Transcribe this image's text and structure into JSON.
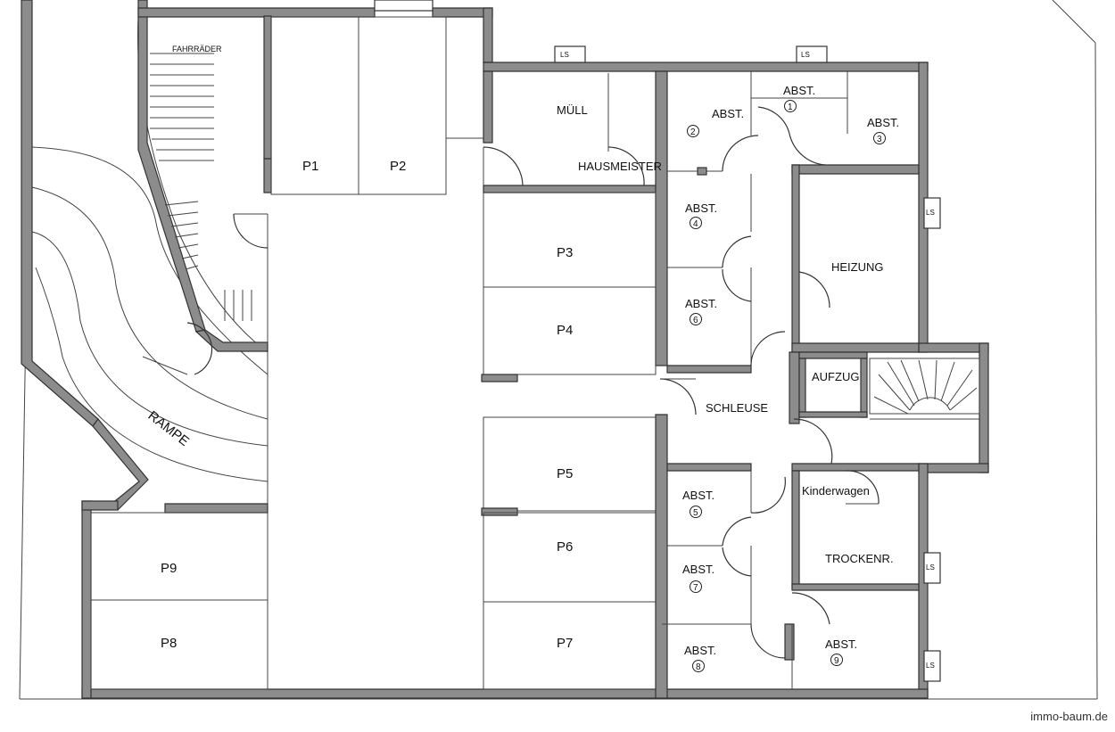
{
  "labels": {
    "fahrraeder": "FAHRRÄDER",
    "muell": "MÜLL",
    "hausmeister": "HAUSMEISTER",
    "heizung": "HEIZUNG",
    "aufzug": "AUFZUG",
    "schleuse": "SCHLEUSE",
    "kinderwagen": "Kinderwagen",
    "trockenraum": "TROCKENR.",
    "rampe": "RAMPE",
    "ls": "LS",
    "abst": "ABST."
  },
  "parking": {
    "p1": "P1",
    "p2": "P2",
    "p3": "P3",
    "p4": "P4",
    "p5": "P5",
    "p6": "P6",
    "p7": "P7",
    "p8": "P8",
    "p9": "P9"
  },
  "storage_numbers": {
    "n1": "1",
    "n2": "2",
    "n3": "3",
    "n4": "4",
    "n5": "5",
    "n6": "6",
    "n7": "7",
    "n8": "8",
    "n9": "9"
  },
  "watermark": "immo-baum.de"
}
